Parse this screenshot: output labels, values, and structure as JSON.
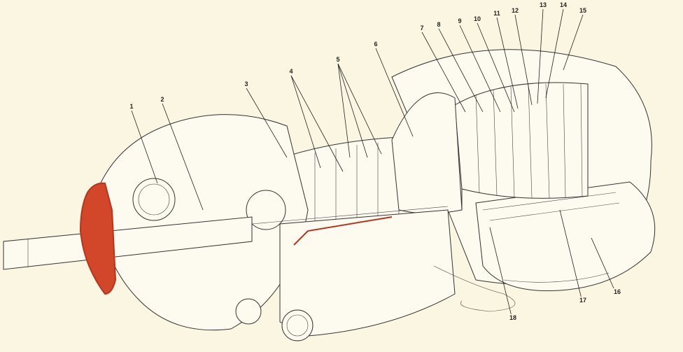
{
  "figure": {
    "callouts": [
      "1",
      "2",
      "3",
      "4",
      "5",
      "6",
      "7",
      "8",
      "9",
      "10",
      "11",
      "12",
      "13",
      "14",
      "15",
      "16",
      "17",
      "18"
    ]
  },
  "colors": {
    "background": "#fbf6e2",
    "highlight": "#d2472a",
    "linework": "#333333"
  }
}
